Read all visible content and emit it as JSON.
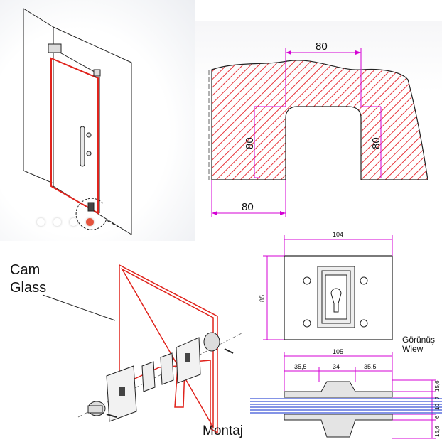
{
  "colors": {
    "accent_red": "#e0231c",
    "hatch_red": "#e8343a",
    "dimension_magenta": "#d400d4",
    "glass_blue": "#3a55d8",
    "active_dot": "#e5533d"
  },
  "carousel": {
    "dot_count": 4,
    "active_index": 3
  },
  "section_view": {
    "dim_top": "80",
    "dim_left_vertical": "80",
    "dim_right_vertical": "80",
    "dim_bottom": "80"
  },
  "exploded_view": {
    "label_cam": "Cam",
    "label_glass": "Glass",
    "label_montaj": "Montaj"
  },
  "plate_view": {
    "dim_width": "104",
    "dim_height": "85",
    "label_view_line1": "Görünüş",
    "label_view_line2": "Wiew",
    "dim_total": "105",
    "dim_seg_left": "35,5",
    "dim_seg_mid": "34",
    "dim_seg_right": "35,5",
    "dim_r1": "15,6",
    "dim_r2": "7",
    "dim_r3": "10",
    "dim_r4": "6",
    "dim_r5": "15,6"
  }
}
